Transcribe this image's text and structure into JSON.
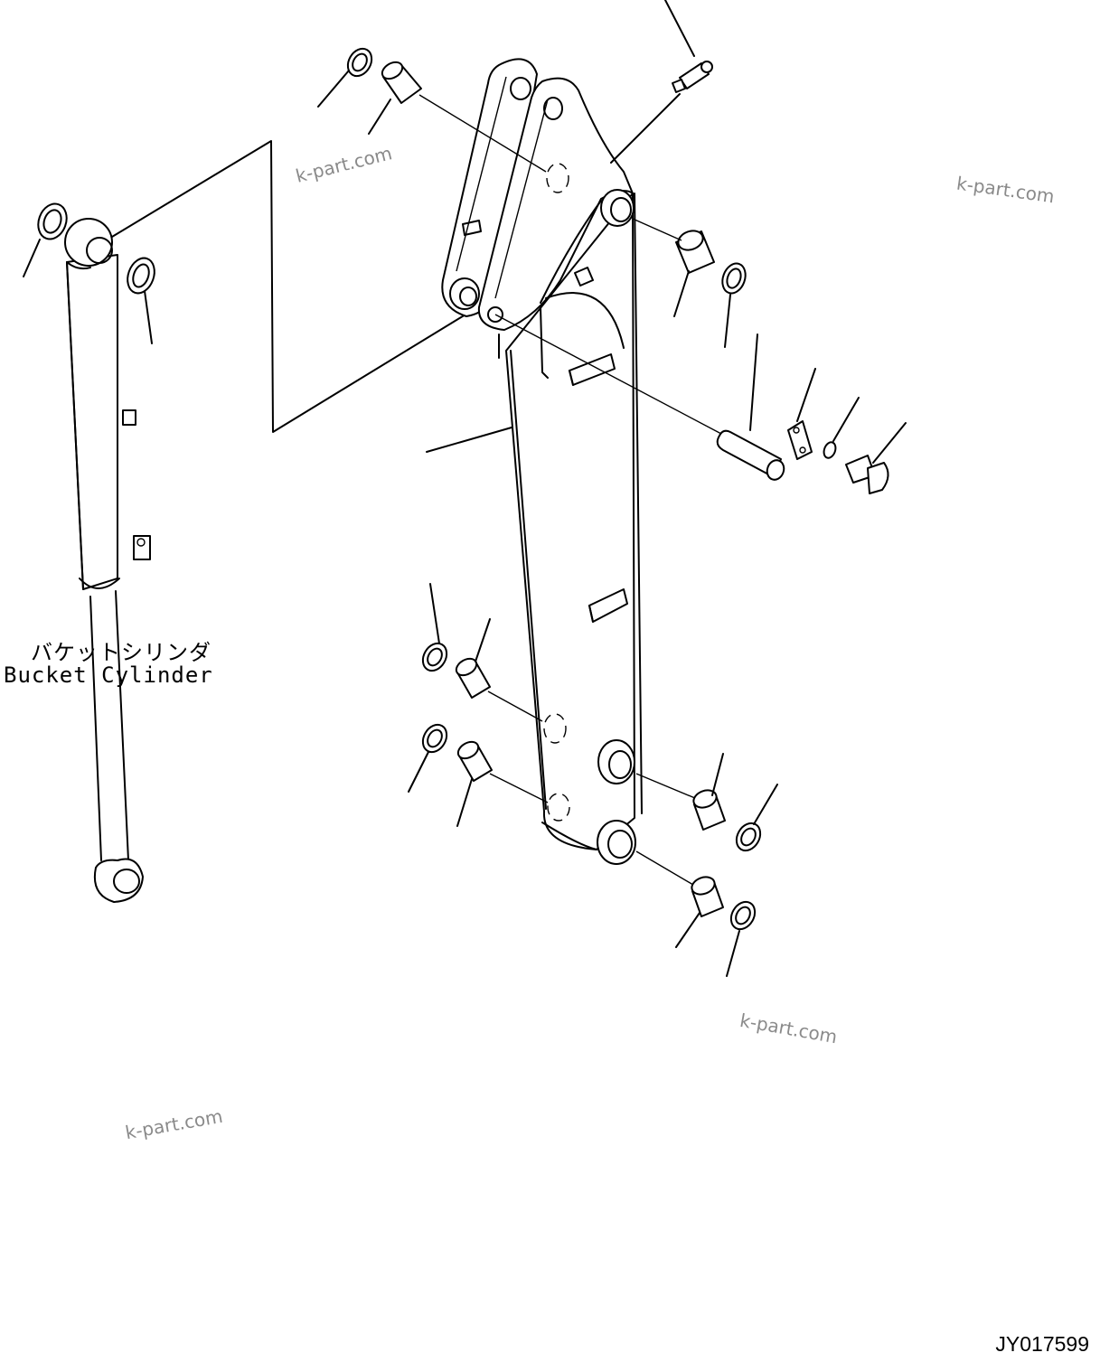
{
  "labels": {
    "component_jp": "バケットシリンダ",
    "component_en": "Bucket Cylinder"
  },
  "drawing_code": "JY017599",
  "watermarks": [
    "k-part.com",
    "k-part.com",
    "k-part.com",
    "k-part.com"
  ]
}
